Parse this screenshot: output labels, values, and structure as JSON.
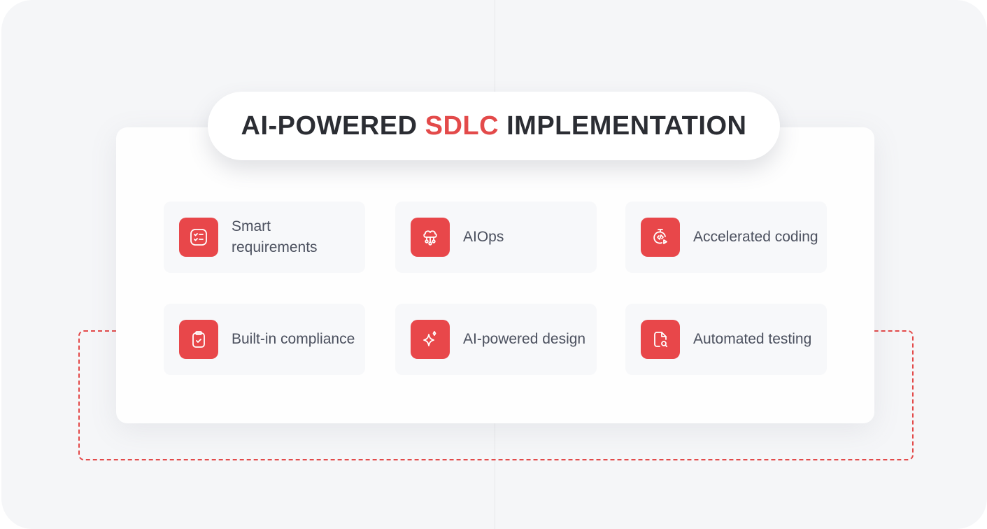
{
  "title": {
    "prefix": "AI-POWERED ",
    "highlight": "SDLC",
    "suffix": " IMPLEMENTATION"
  },
  "colors": {
    "accent": "#e8474a",
    "text": "#4b505e",
    "title": "#2b2d33"
  },
  "features": [
    {
      "label": "Smart requirements",
      "icon": "checklist-icon"
    },
    {
      "label": "AIOps",
      "icon": "cloud-network-icon"
    },
    {
      "label": "Accelerated coding",
      "icon": "stopwatch-code-icon"
    },
    {
      "label": "Built-in compliance",
      "icon": "clipboard-check-icon"
    },
    {
      "label": "AI-powered design",
      "icon": "sparkle-icon"
    },
    {
      "label": "Automated testing",
      "icon": "document-search-icon"
    }
  ]
}
